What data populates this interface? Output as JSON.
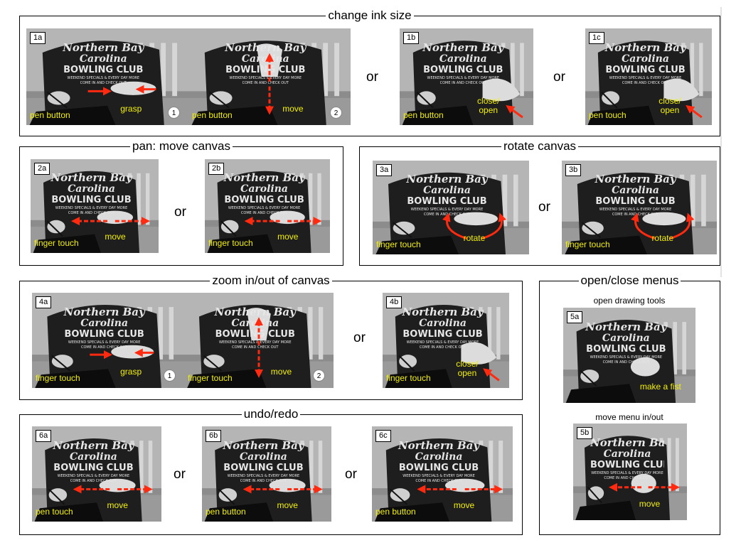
{
  "groups": {
    "ink": "change ink size",
    "pan": "pan: move canvas",
    "rotate": "rotate canvas",
    "zoom": "zoom in/out of canvas",
    "menus": "open/close menus",
    "undo": "undo/redo"
  },
  "or_label": "or",
  "menu_subtitles": {
    "open_tools": "open drawing tools",
    "move_menu": "move menu in/out"
  },
  "panels": {
    "p1a": {
      "id": "1a",
      "label1": "pen button",
      "label2": "grasp",
      "step": "1"
    },
    "p1a2": {
      "label1": "pen button",
      "label2": "move",
      "step": "2"
    },
    "p1b": {
      "id": "1b",
      "label1": "pen button",
      "label2": "close/\nopen"
    },
    "p1c": {
      "id": "1c",
      "label1": "pen touch",
      "label2": "close/\nopen"
    },
    "p2a": {
      "id": "2a",
      "label1": "finger touch",
      "label2": "move"
    },
    "p2b": {
      "id": "2b",
      "label1": "finger touch",
      "label2": "move"
    },
    "p3a": {
      "id": "3a",
      "label1": "finger touch",
      "label2": "rotate"
    },
    "p3b": {
      "id": "3b",
      "label1": "finger touch",
      "label2": "rotate"
    },
    "p4a": {
      "id": "4a",
      "label1": "finger touch",
      "label2": "grasp",
      "step": "1"
    },
    "p4a2": {
      "label1": "finger touch",
      "label2": "move",
      "step": "2"
    },
    "p4b": {
      "id": "4b",
      "label1": "finger touch",
      "label2": "close/\nopen"
    },
    "p5a": {
      "id": "5a",
      "label2": "make a fist"
    },
    "p5b": {
      "id": "5b",
      "label2": "move"
    },
    "p6a": {
      "id": "6a",
      "label1": "pen touch",
      "label2": "move"
    },
    "p6b": {
      "id": "6b",
      "label1": "pen button",
      "label2": "move"
    },
    "p6c": {
      "id": "6c",
      "label1": "pen button",
      "label2": "move"
    }
  },
  "shirt_text": {
    "line1": "Northern Bay",
    "line2": "Carolina",
    "line3": "BOWLING CLUB",
    "line4": "WEEKEND SPECIALS & EVERY DAY MORE",
    "line5": "COME IN AND CHECK OUT"
  },
  "colors": {
    "label": "#f2f000",
    "arrow": "#ff2a10"
  }
}
